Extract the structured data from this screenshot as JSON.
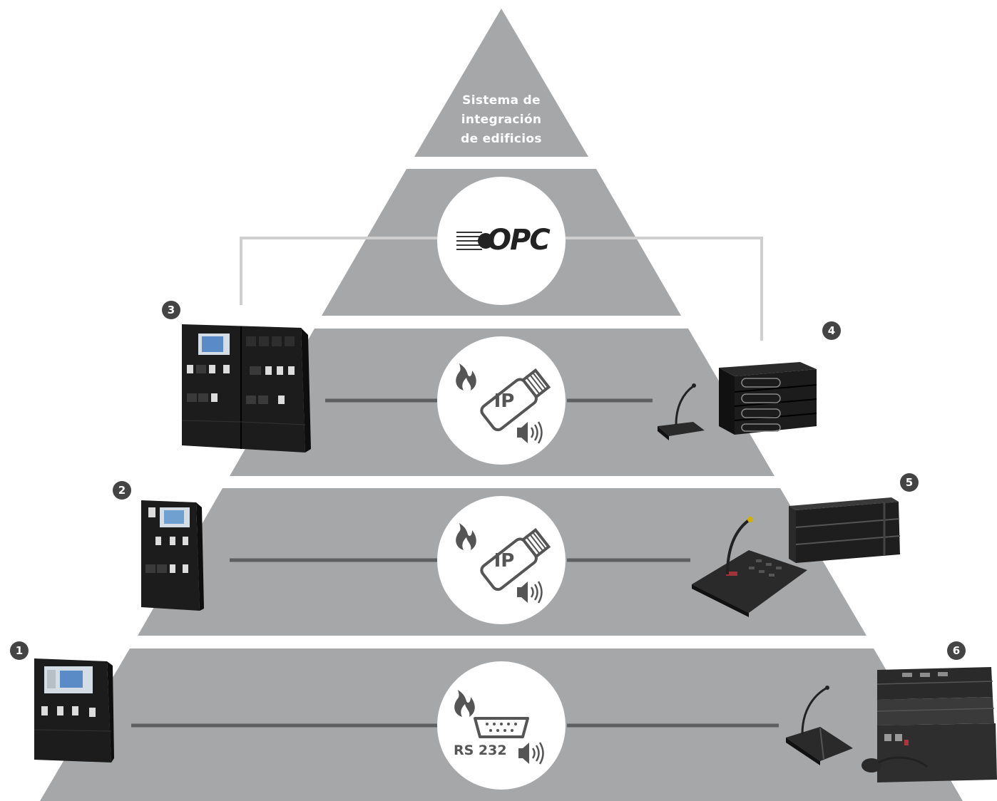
{
  "apex": {
    "line1": "Sistema de",
    "line2": "integración",
    "line3": "de edificios"
  },
  "opc_logo_text": "OPC",
  "tiers": [
    {
      "protocol": "IP"
    },
    {
      "protocol": "IP"
    },
    {
      "protocol": "RS 232"
    }
  ],
  "badges": [
    "1",
    "2",
    "3",
    "4",
    "5",
    "6"
  ],
  "icons": [
    "fire-icon",
    "ethernet-plug-icon",
    "speaker-icon",
    "serial-port-icon"
  ],
  "colors": {
    "pyramid": "#a6a7a9",
    "line": "#5e5f61",
    "badge": "#444444",
    "panel": "#1c1c1c"
  }
}
